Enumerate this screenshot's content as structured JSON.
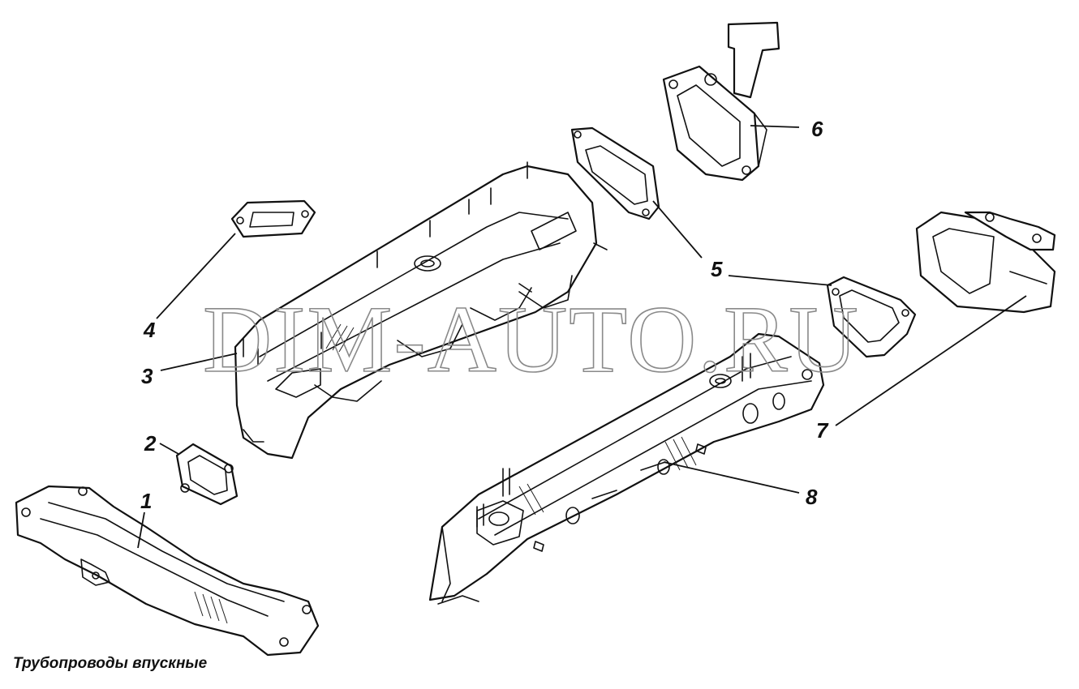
{
  "caption": "Трубопроводы впускные",
  "watermark": "DIM-AUTO.RU",
  "callouts": {
    "c1": "1",
    "c2": "2",
    "c3": "3",
    "c4": "4",
    "c5": "5",
    "c6": "6",
    "c7": "7",
    "c8": "8"
  },
  "colors": {
    "line": "#111111",
    "watermark": "#8a8a8a",
    "background": "#ffffff"
  }
}
